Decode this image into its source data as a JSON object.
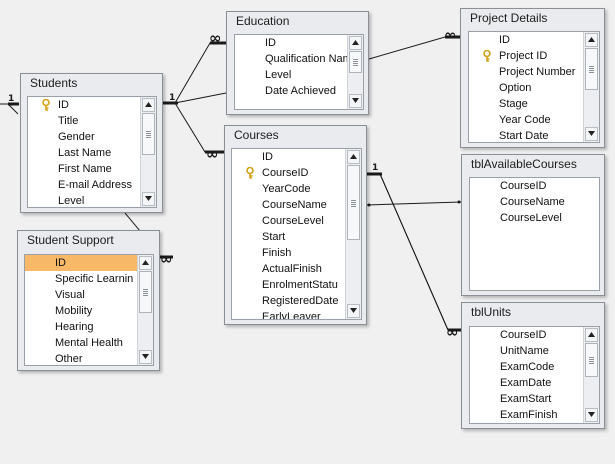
{
  "tables": {
    "students": {
      "title": "Students",
      "fields": [
        "ID",
        "Title",
        "Gender",
        "Last Name",
        "First Name",
        "E-mail Address",
        "Level"
      ],
      "key_field": "ID"
    },
    "education": {
      "title": "Education",
      "fields": [
        "ID",
        "Qualification Name",
        "Level",
        "Date Achieved"
      ]
    },
    "project_details": {
      "title": "Project Details",
      "fields": [
        "ID",
        "Project ID",
        "Project Number",
        "Option",
        "Stage",
        "Year Code",
        "Start Date"
      ],
      "key_field": "Project ID"
    },
    "courses": {
      "title": "Courses",
      "fields": [
        "ID",
        "CourseID",
        "YearCode",
        "CourseName",
        "CourseLevel",
        "Start",
        "Finish",
        "ActualFinish",
        "EnrolmentStatu",
        "RegisteredDate",
        "EarlyLeaver"
      ],
      "key_field": "CourseID"
    },
    "student_support": {
      "title": "Student Support",
      "fields": [
        "ID",
        "Specific Learnin",
        "Visual",
        "Mobility",
        "Hearing",
        "Mental Health",
        "Other"
      ],
      "selected_field": "ID"
    },
    "available_courses": {
      "title": "tblAvailableCourses",
      "fields": [
        "CourseID",
        "CourseName",
        "CourseLevel"
      ]
    },
    "units": {
      "title": "tblUnits",
      "fields": [
        "CourseID",
        "UnitName",
        "ExamCode",
        "ExamDate",
        "ExamStart",
        "ExamFinish"
      ]
    }
  },
  "relationships": {
    "one_label": "1",
    "many_symbol": "∞"
  },
  "colors": {
    "background": "#f0f0f0",
    "selected_row": "#f7b968",
    "key_icon": "#d4a017",
    "relationship_line": "#1a1a1a"
  }
}
